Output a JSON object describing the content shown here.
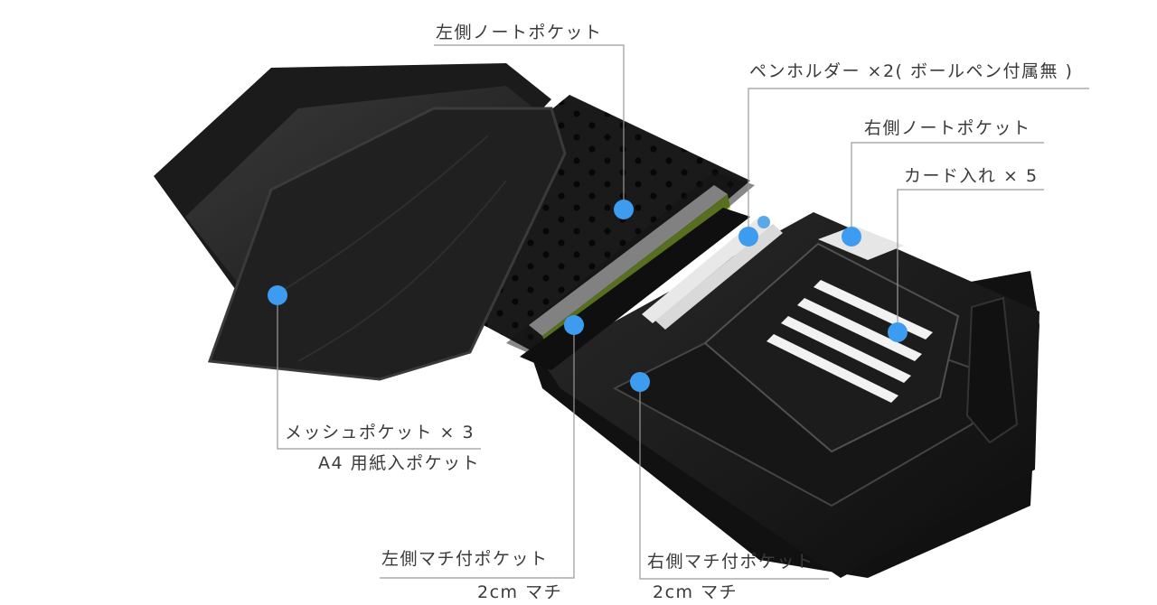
{
  "colors": {
    "marker": "#3d9cf0",
    "leader_line": "#9a9a9a",
    "label_text": "#3a3a3a",
    "leather": "#1a1a1a",
    "notebook_edge": "#9ccc2a"
  },
  "callouts": {
    "left_note_pocket": "左側ノートポケット",
    "pen_holder": "ペンホルダー ×2( ボールペン付属無 )",
    "right_note_pocket": "右側ノートポケット",
    "card_slots": "カード入れ × 5",
    "mesh_pocket": "メッシュポケット × 3",
    "a4_pocket": "A4 用紙入ポケット",
    "left_gusset_pocket": "左側マチ付ポケット",
    "left_gusset_depth": "2cm マチ",
    "right_gusset_pocket": "右側マチ付ポケット",
    "right_gusset_depth": "2cm マチ"
  }
}
